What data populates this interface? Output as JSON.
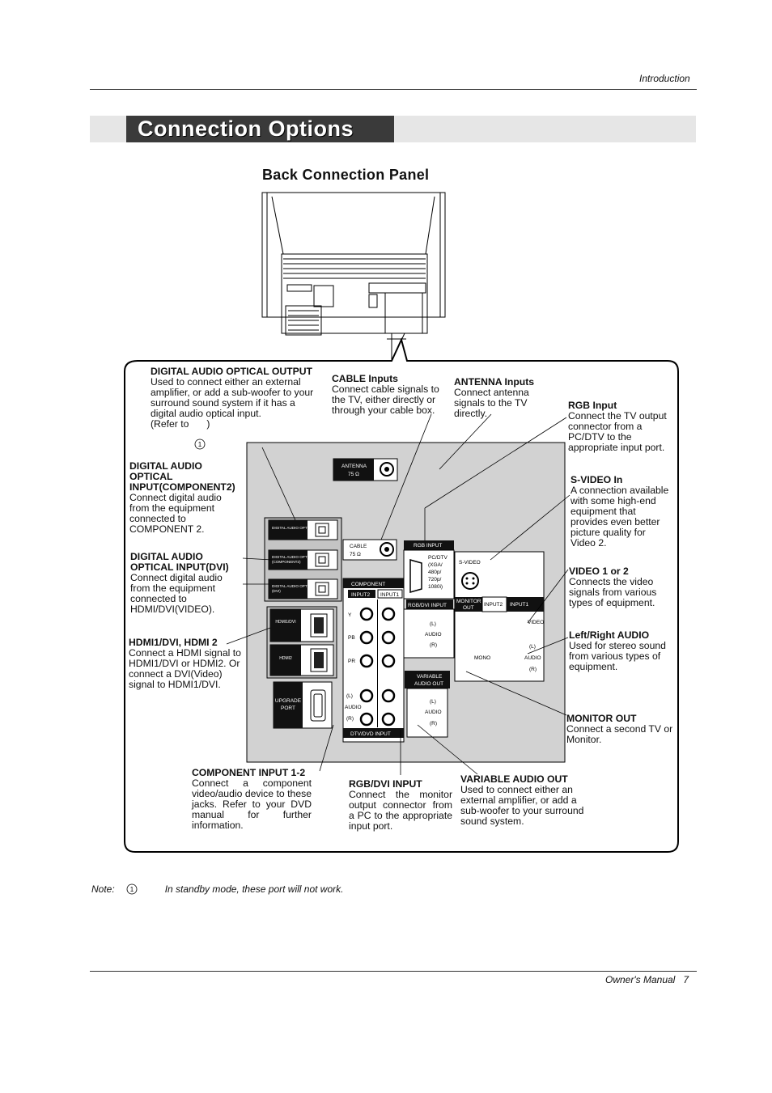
{
  "header": {
    "section": "Introduction"
  },
  "title": "Connection Options",
  "subtitle": "Back Connection Panel",
  "panel_labels": {
    "antenna": "ANTENNA",
    "antenna_ohm": "75 Ω",
    "cable": "CABLE",
    "cable_ohm": "75 Ω",
    "dig_out": "DIGITAL AUDIO OPTICAL OUTPUT",
    "dig_in_comp_a": "DIGITAL AUDIO OPTICAL INPUT",
    "dig_in_comp_b": "(COMPONENT2)",
    "dig_in_dvi_a": "DIGITAL AUDIO OPTICAL INPUT",
    "dig_in_dvi_b": "(DVI)",
    "hdmi1": "HDMI1/DVI",
    "hdmi2": "HDMI2",
    "upgrade_a": "UPGRADE",
    "upgrade_b": "PORT",
    "component": "COMPONENT",
    "input2": "INPUT2",
    "input1": "INPUT1",
    "y": "Y",
    "pb": "PB",
    "pr": "PR",
    "l": "(L)",
    "audio": "AUDIO",
    "r": "(R)",
    "dtv_dvd": "DTV/DVD INPUT",
    "rgb_input": "RGB INPUT",
    "pcdtv": [
      "PC/DTV",
      "(XGA/",
      "480p/",
      "720p/",
      "1080i)"
    ],
    "rgb_dvi": "RGB/DVI INPUT",
    "var_a": "VARIABLE",
    "var_b": "AUDIO OUT",
    "svideo": "S-VIDEO",
    "mon_a": "MONITOR",
    "mon_b": "OUT",
    "video": "VIDEO",
    "mono": "MONO"
  },
  "callouts": {
    "dig_out": {
      "title": "DIGITAL AUDIO OPTICAL OUTPUT",
      "desc": "Used to connect either an external amplifier, or add a sub-woofer to your surround sound system if it has a digital audio optical input.",
      "ref_pre": "(Refer to",
      "ref_num": "1",
      "ref_post": ")"
    },
    "cable": {
      "title": "CABLE Inputs",
      "desc": "Connect cable signals to the TV, either directly or through your cable box."
    },
    "antenna": {
      "title": "ANTENNA Inputs",
      "desc": "Connect antenna signals to the TV directly."
    },
    "rgb": {
      "title": "RGB Input",
      "desc": "Connect the TV output connector from a PC/DTV to the appropriate input port."
    },
    "svideo": {
      "title": "S-VIDEO In",
      "desc": "A connection available with some high-end equipment that provides even better picture quality for Video 2."
    },
    "video": {
      "title": "VIDEO 1 or 2",
      "desc": "Connects the video signals from various types of equipment."
    },
    "audio": {
      "title": "Left/Right AUDIO",
      "desc": "Used for stereo sound from various types of equipment."
    },
    "monitor": {
      "title": "MONITOR OUT",
      "desc": "Connect a second TV or Monitor."
    },
    "dig_comp": {
      "title": "DIGITAL AUDIO OPTICAL INPUT(COMPONENT2)",
      "desc": "Connect digital audio from the equipment connected to COMPONENT 2."
    },
    "dig_dvi": {
      "title": "DIGITAL AUDIO OPTICAL INPUT(DVI)",
      "desc": "Connect digital audio from the equipment connected to HDMI/DVI(VIDEO)."
    },
    "hdmi": {
      "title": "HDMI1/DVI, HDMI 2",
      "desc": "Connect a HDMI signal to HDMI1/DVI or HDMI2. Or connect a DVI(Video) signal to HDMI1/DVI."
    },
    "component": {
      "title": "COMPONENT INPUT 1-2",
      "desc": "Connect a component video/audio device to these jacks. Refer to your DVD manual for further information."
    },
    "rgbdvi": {
      "title": "RGB/DVI INPUT",
      "desc": "Connect the monitor output connector from a PC to the appropriate input port."
    },
    "variable": {
      "title": "VARIABLE AUDIO OUT",
      "desc": "Used to connect either an external amplifier, or add a sub-woofer to your surround sound system."
    }
  },
  "note": {
    "label": "Note:",
    "num": "1",
    "text": "In standby mode, these port will not work."
  },
  "footer": {
    "manual": "Owner's Manual",
    "page": "7"
  }
}
